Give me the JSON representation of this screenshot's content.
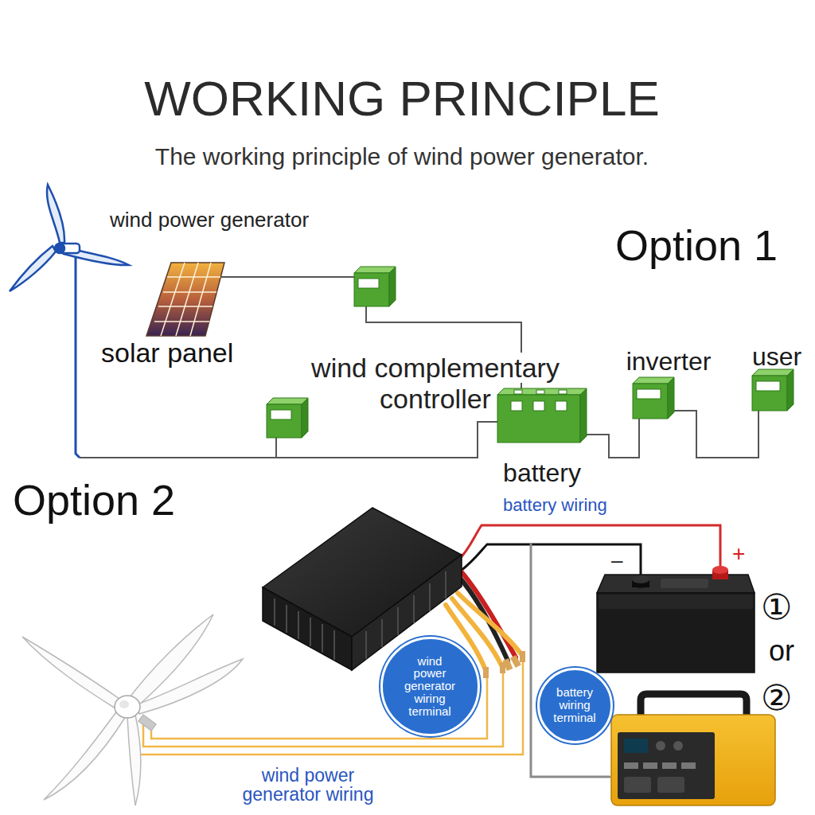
{
  "diagram": {
    "title": "WORKING PRINCIPLE",
    "nodes": [
      {
        "text": [
          "battery"
        ]
      },
      {
        "text": [
          "inverter"
        ]
      },
      {
        "text": [
          "user"
        ]
      },
      {
        "text": [
          "wind power generator wiring terminal"
        ]
      },
      {
        "text": [
          "battery wiring terminal"
        ]
      }
    ],
    "edges": [
      {
        "from": 0,
        "to": 1,
        "arrow": "none"
      },
      {
        "from": 1,
        "to": 2,
        "arrow": "none"
      }
    ],
    "labels": [
      "The working principle of wind power generator.",
      "wind power generator",
      "Option 1",
      "solar panel",
      "wind complementary controller",
      "Option 2",
      "battery wiring",
      "–",
      "+",
      "①",
      "or",
      "②",
      "wind power generator wiring"
    ]
  }
}
